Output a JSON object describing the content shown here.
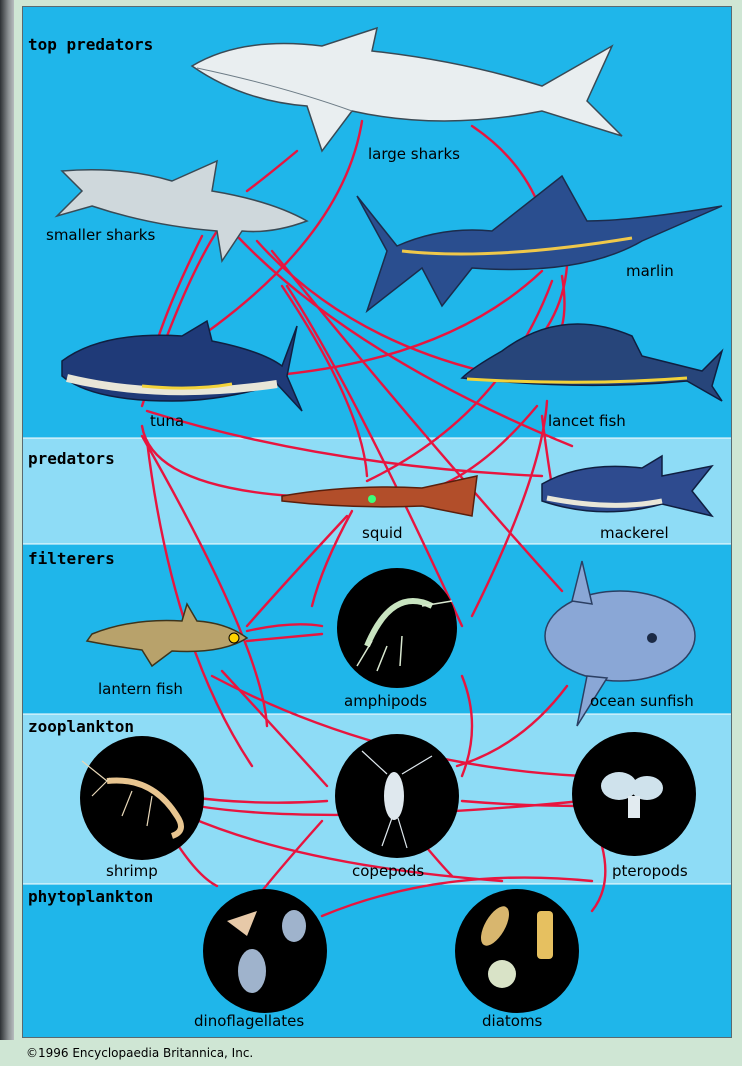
{
  "bands": [
    {
      "id": "top",
      "label": "top predators",
      "color": "#1fb6ea"
    },
    {
      "id": "pred",
      "label": "predators",
      "color": "#8edcf6"
    },
    {
      "id": "filt",
      "label": "filterers",
      "color": "#1fb6ea"
    },
    {
      "id": "zoo",
      "label": "zooplankton",
      "color": "#8edcf6"
    },
    {
      "id": "phyto",
      "label": "phytoplankton",
      "color": "#1fb6ea"
    }
  ],
  "organisms": {
    "large_sharks": "large sharks",
    "smaller_sharks": "smaller sharks",
    "marlin": "marlin",
    "tuna": "tuna",
    "lancet_fish": "lancet fish",
    "squid": "squid",
    "mackerel": "mackerel",
    "lantern_fish": "lantern fish",
    "amphipods": "amphipods",
    "ocean_sunfish": "ocean sunfish",
    "shrimp": "shrimp",
    "copepods": "copepods",
    "pteropods": "pteropods",
    "dinoflagellates": "dinoflagellates",
    "diatoms": "diatoms"
  },
  "link_color": "#e8153f",
  "credit": "©1996 Encyclopaedia Britannica, Inc."
}
